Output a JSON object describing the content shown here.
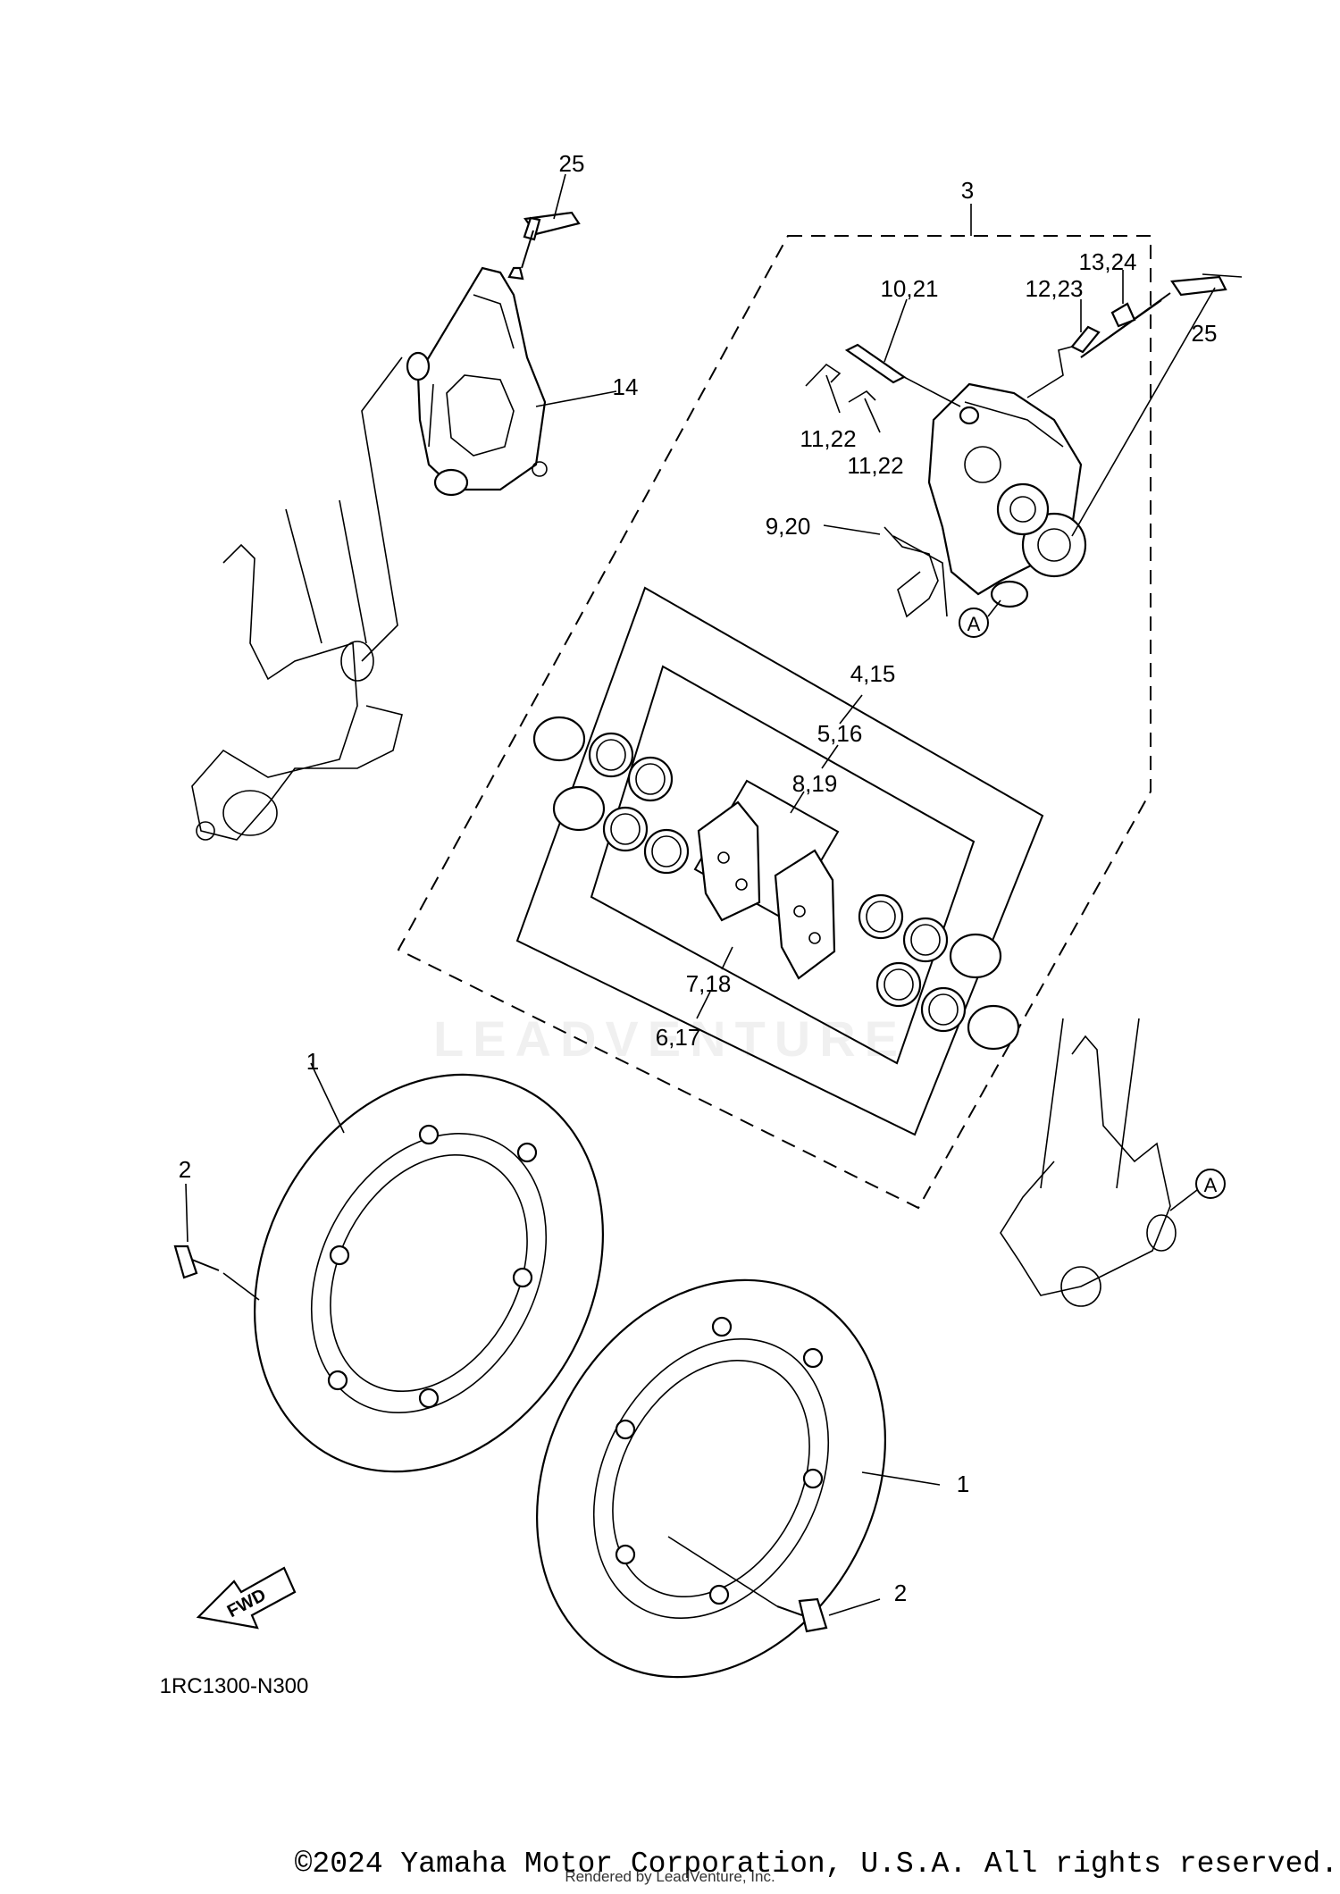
{
  "diagram": {
    "code": "1RC1300-N300",
    "fwd_label": "FWD",
    "ref_marker": "A",
    "labels": {
      "l25_left": "25",
      "l3": "3",
      "l13_24": "13,24",
      "l10_21": "10,21",
      "l12_23": "12,23",
      "l25_right": "25",
      "l14": "14",
      "l11_22_a": "11,22",
      "l11_22_b": "11,22",
      "l9_20": "9,20",
      "l4_15": "4,15",
      "l5_16": "5,16",
      "l8_19": "8,19",
      "l7_18": "7,18",
      "l6_17": "6,17",
      "l1_left": "1",
      "l2_left": "2",
      "l1_right": "1",
      "l2_right": "2"
    }
  },
  "footer": {
    "copyright": "©2024 Yamaha Motor Corporation, U.S.A. All rights reserved.",
    "rendered_by": "Rendered by LeadVenture, Inc.",
    "watermark": "LEADVENTURE"
  }
}
